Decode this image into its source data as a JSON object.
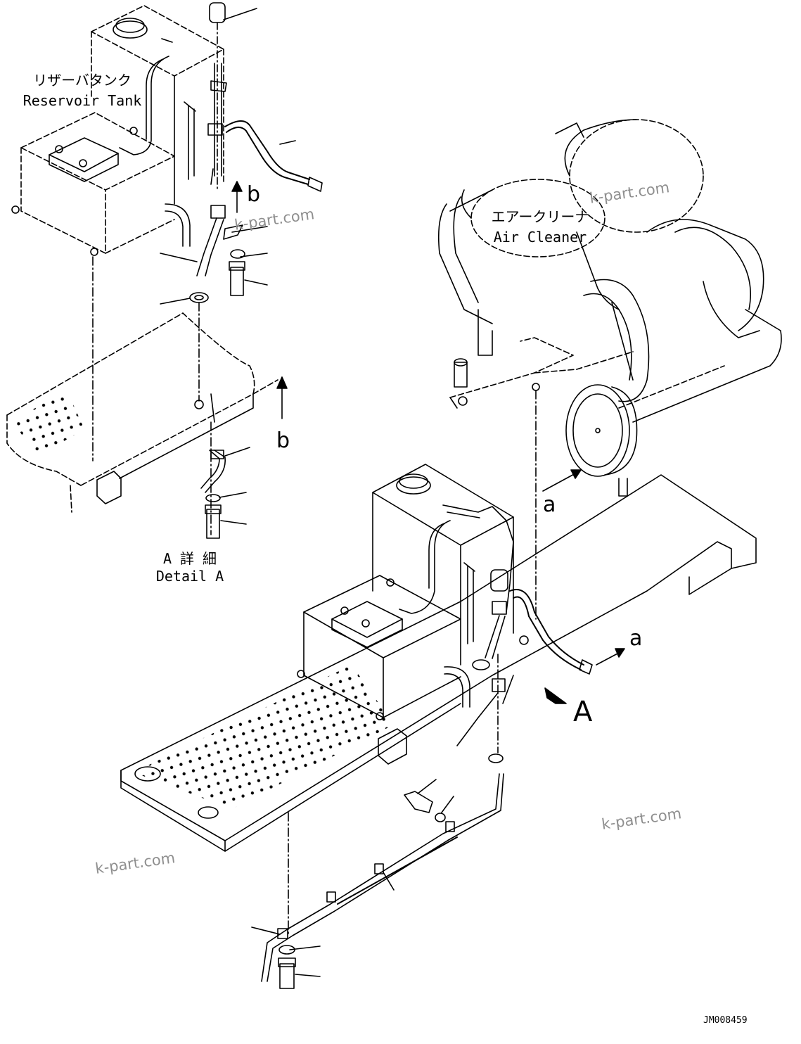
{
  "labels": {
    "reservoir_jp": "リザーバタンク",
    "reservoir_en": "Reservoir Tank",
    "aircleaner_jp": "エアークリーナ",
    "aircleaner_en": "Air Cleaner",
    "detail_jp": "A 詳 細",
    "detail_en": "Detail A",
    "view_a": "A",
    "arrow_a_upper": "a",
    "arrow_a_lower": "a",
    "arrow_b_upper": "b",
    "arrow_b_lower": "b"
  },
  "watermarks": [
    "k-part.com",
    "k-part.com",
    "k-part.com",
    "k-part.com"
  ],
  "drawing_code": "JM008459"
}
